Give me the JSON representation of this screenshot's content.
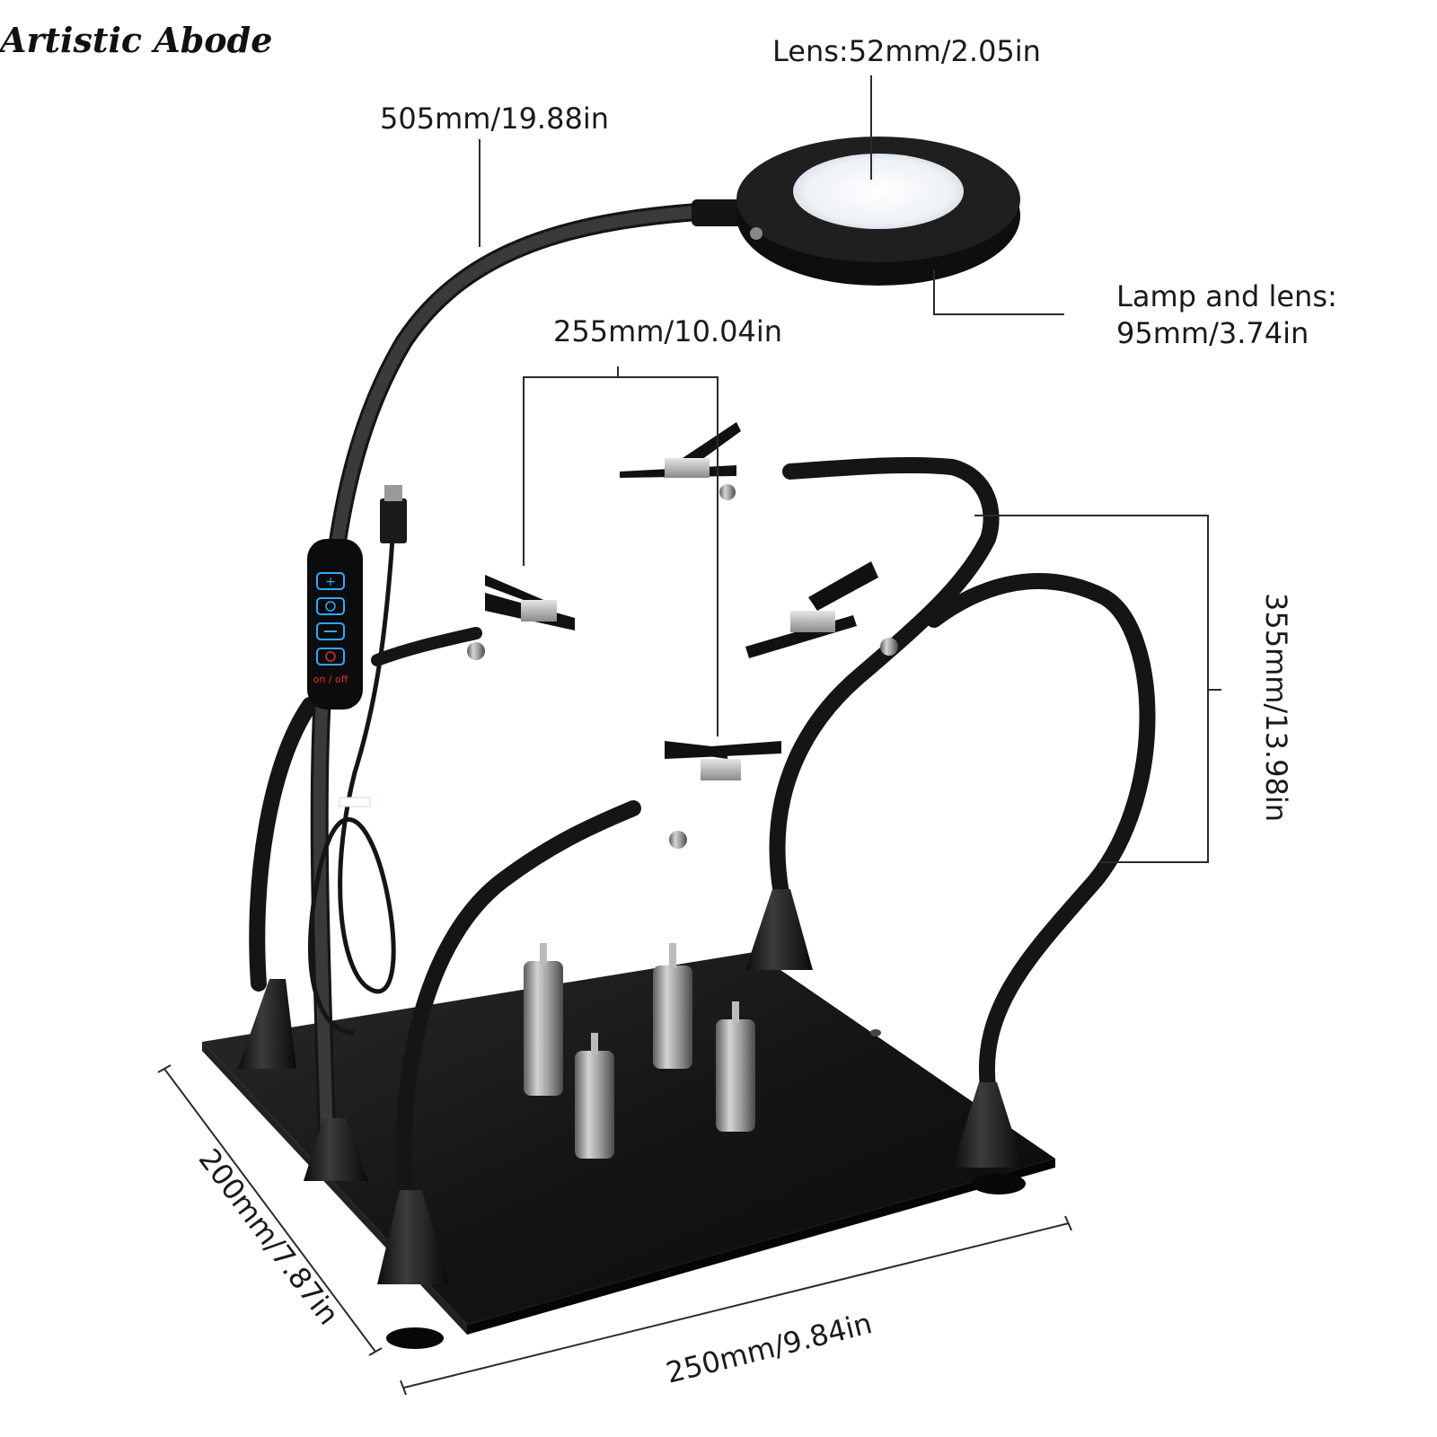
{
  "brand": {
    "name": "Artistic Abode"
  },
  "dimensions": {
    "lens": "Lens:52mm/2.05in",
    "gooseneck_length": "505mm/19.88in",
    "lamp_and_lens_line1": "Lamp and lens:",
    "lamp_and_lens_line2": "95mm/3.74in",
    "clip_spacing": "255mm/10.04in",
    "arm_length": "355mm/13.98in",
    "base_depth": "200mm/7.87in",
    "base_width": "250mm/9.84in"
  },
  "controller": {
    "button_icons": [
      "plus-icon",
      "color-cycle-icon",
      "minus-icon",
      "power-icon"
    ],
    "power_label": "on / off"
  },
  "colors": {
    "product_black": "#141414",
    "metal_pin": "#9a9a9a",
    "led_blue": "#2ea8ff",
    "dimension_line": "#2b2b2b"
  }
}
